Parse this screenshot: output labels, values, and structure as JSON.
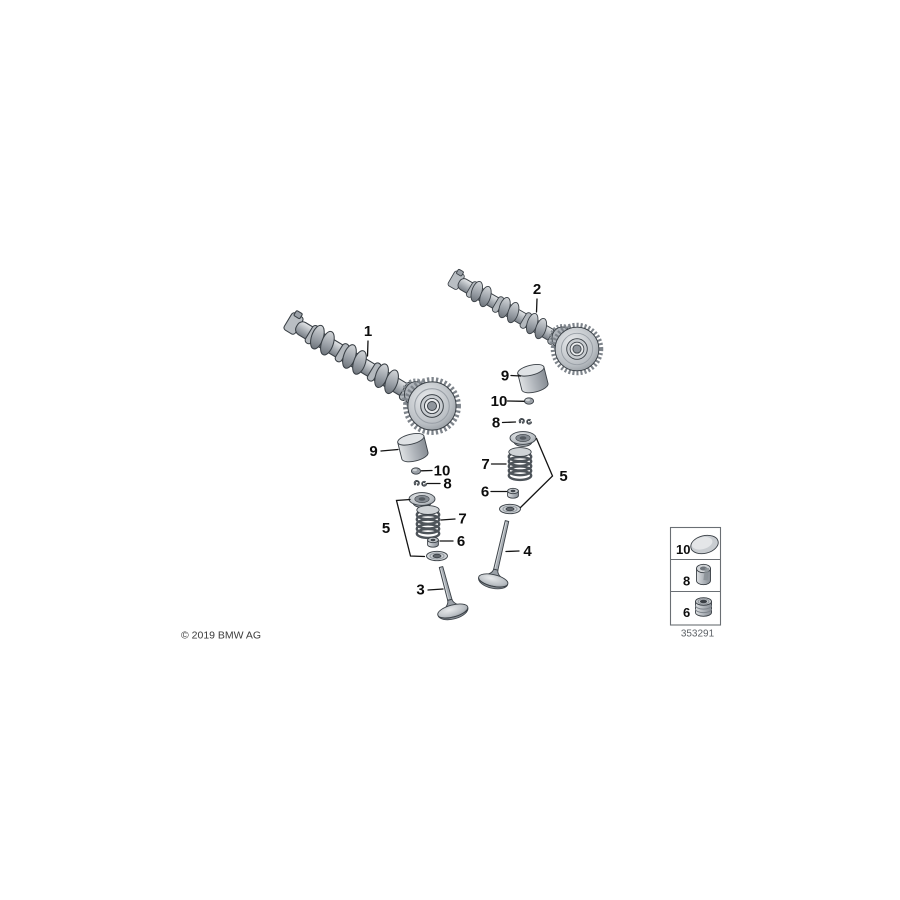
{
  "footer": {
    "copyright": "© 2019 BMW AG"
  },
  "diagram": {
    "number": "353291",
    "palette": {
      "background": "#ffffff",
      "outline": "#3a4046",
      "metal_light": "#e6e8ea",
      "metal_mid": "#aab0b6",
      "metal_dark": "#757c83",
      "label_color": "#0d0d0d",
      "diagram_number_gray": "#5d6267"
    }
  },
  "callouts": {
    "camshaft_left": "1",
    "camshaft_right": "2",
    "valve_left": "3",
    "valve_right": "4",
    "assembly_left": "5",
    "assembly_right": "5",
    "seal_left": "6",
    "seal_right": "6",
    "spring_left": "7",
    "spring_right": "7",
    "keepers_left": "8",
    "keepers_right": "8",
    "tappet_left": "9",
    "tappet_right": "9",
    "shim_left": "10",
    "shim_right": "10"
  },
  "legend": {
    "items": [
      {
        "number": "10",
        "icon": "shim-icon"
      },
      {
        "number": "8",
        "icon": "valve-keeper-icon"
      },
      {
        "number": "6",
        "icon": "valve-stem-seal-icon"
      }
    ],
    "footer_number": "353291"
  }
}
